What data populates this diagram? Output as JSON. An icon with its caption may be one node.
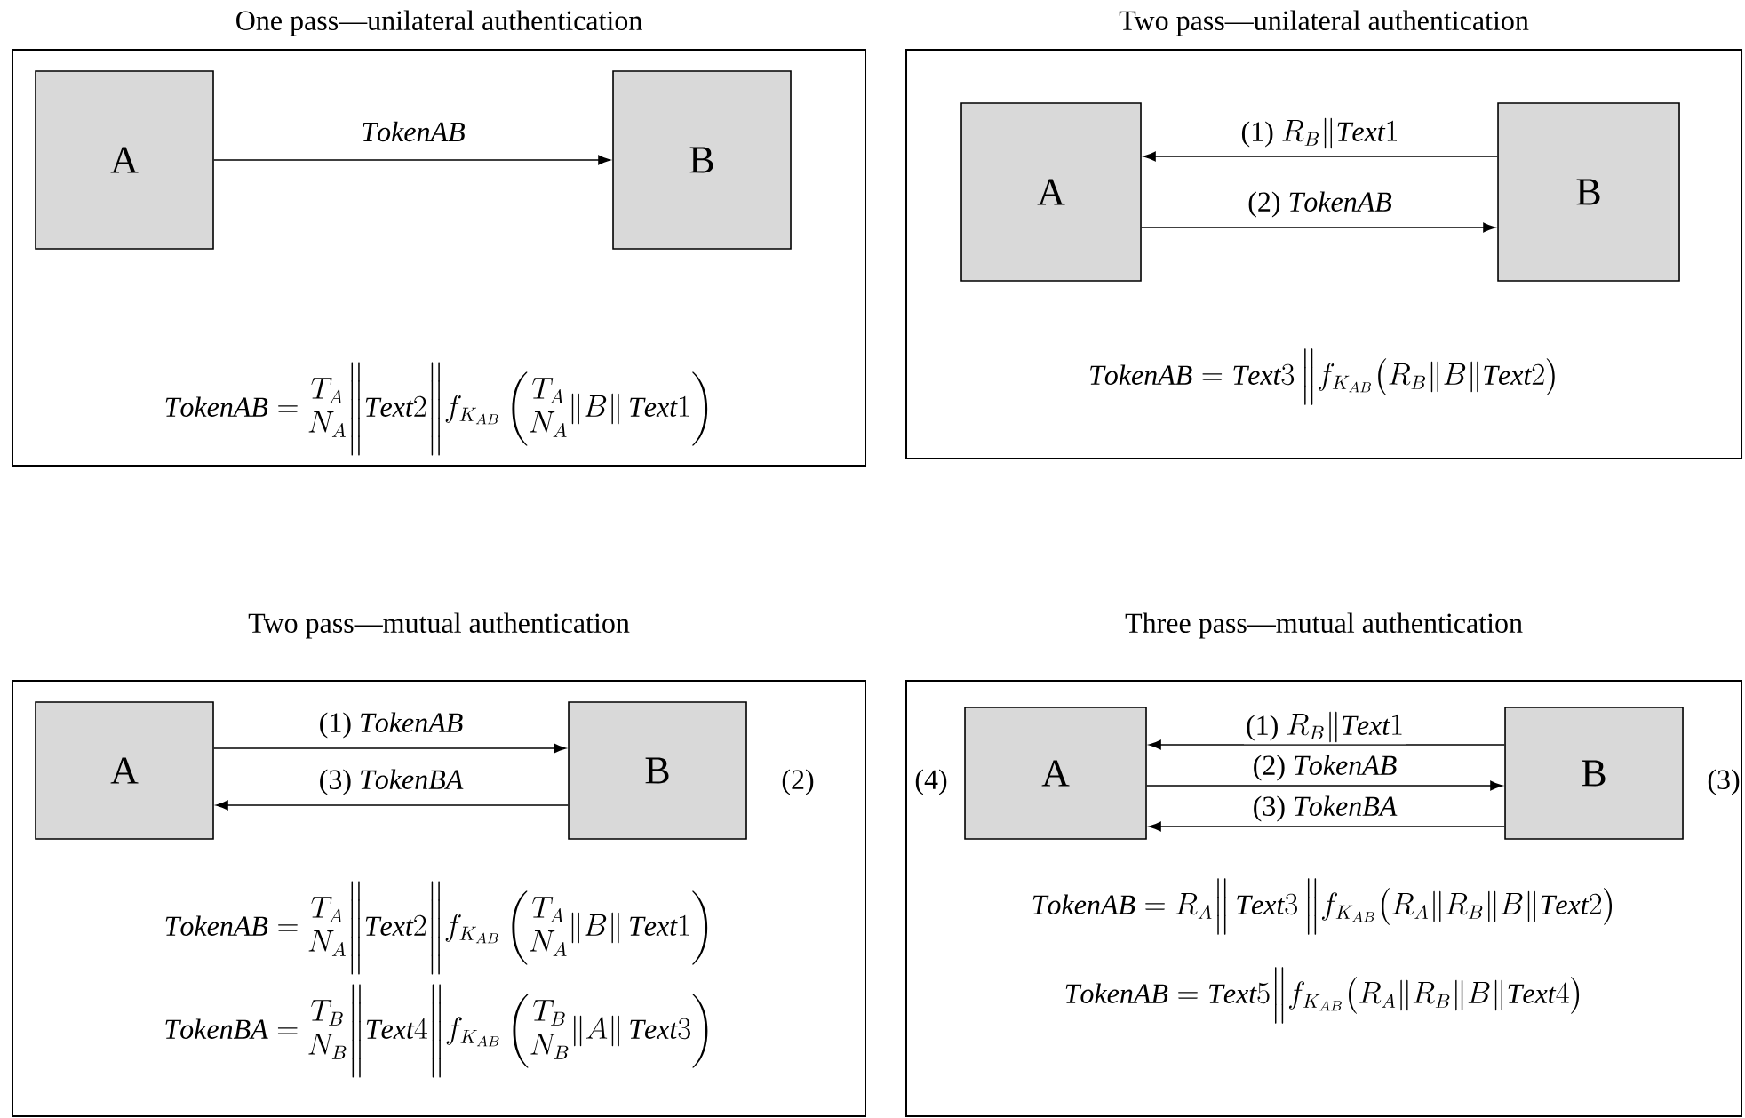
{
  "diagram": {
    "nodes": [
      {
        "text": [
          "One pass—unilateral authentication",
          "\\mathit{TokenAB}=\\begin{matrix}T_A\\\\N_A\\end{matrix}\\Bigg\\|\\mathit{Text}2\\Bigg\\|f_{K_{AB}}\\left(\\begin{matrix}T_A\\\\N_A\\end{matrix}\\|B\\|\\,\\mathit{Text}1\\right)"
        ]
      },
      {
        "text": [
          "A"
        ],
        "in": 0
      },
      {
        "text": [
          "B"
        ],
        "in": 0
      },
      {
        "text": [
          "Two pass—unilateral authentication",
          "\\mathit{TokenAB}=\\mathit{Text}3\\,\\Big\\|f_{K_{AB}}\\big(R_B\\|B\\|\\mathit{Text}2\\big)"
        ]
      },
      {
        "text": [
          "A"
        ],
        "in": 3
      },
      {
        "text": [
          "B"
        ],
        "in": 3
      },
      {
        "text": [
          "Two pass—mutual authentication",
          "\\mathit{TokenAB}=\\begin{matrix}T_A\\\\N_A\\end{matrix}\\Bigg\\|\\mathit{Text}2\\Bigg\\|f_{K_{AB}}\\left(\\begin{matrix}T_A\\\\N_A\\end{matrix}\\|B\\|\\,\\mathit{Text}1\\right)",
          "\\mathit{TokenBA}=\\begin{matrix}T_B\\\\N_B\\end{matrix}\\Bigg\\|\\mathit{Text}4\\Bigg\\|f_{K_{AB}}\\left(\\begin{matrix}T_B\\\\N_B\\end{matrix}\\|A\\|\\,\\mathit{Text}3\\right)"
        ]
      },
      {
        "text": [
          "A"
        ],
        "in": 6
      },
      {
        "text": [
          "B"
        ],
        "in": 6,
        "beside": [
          "(2)"
        ]
      },
      {
        "text": [
          "Three pass—mutual authentication",
          "\\mathit{TokenAB}=R_A\\Big\\|\\,\\mathit{Text}3\\,\\Big\\|f_{K_{AB}}\\big(R_A\\|R_B\\|B\\|\\mathit{Text}2\\big)",
          "\\mathit{TokenAB}=\\mathit{Text}5\\Big\\|f_{K_{AB}}\\big(R_A\\|R_B\\|B\\|\\mathit{Text}4\\big)"
        ]
      },
      {
        "text": [
          "A"
        ],
        "in": 9,
        "beside": [
          "(4)"
        ]
      },
      {
        "text": [
          "B"
        ],
        "in": 9,
        "beside": [
          "(3)"
        ]
      }
    ],
    "edges": [
      {
        "from": 1,
        "to": 2,
        "arrow": "to",
        "label": "\\mathit{TokenAB}"
      },
      {
        "from": 5,
        "to": 4,
        "arrow": "to",
        "label": "\\text{(1) }R_B\\|\\mathit{Text}1"
      },
      {
        "from": 4,
        "to": 5,
        "arrow": "to",
        "label": "\\text{(2) }\\mathit{TokenAB}"
      },
      {
        "from": 7,
        "to": 8,
        "arrow": "to",
        "label": "\\text{(1) }\\mathit{TokenAB}"
      },
      {
        "from": 8,
        "to": 7,
        "arrow": "to",
        "label": "\\text{(3) }\\mathit{TokenBA}"
      },
      {
        "from": 11,
        "to": 10,
        "arrow": "to",
        "label": "\\text{(1) }R_B\\|\\mathit{Text}1"
      },
      {
        "from": 10,
        "to": 11,
        "arrow": "to",
        "label": "\\text{(2) }\\mathit{TokenAB}"
      },
      {
        "from": 11,
        "to": 10,
        "arrow": "to",
        "label": "\\text{(3) }\\mathit{TokenBA}"
      }
    ]
  }
}
